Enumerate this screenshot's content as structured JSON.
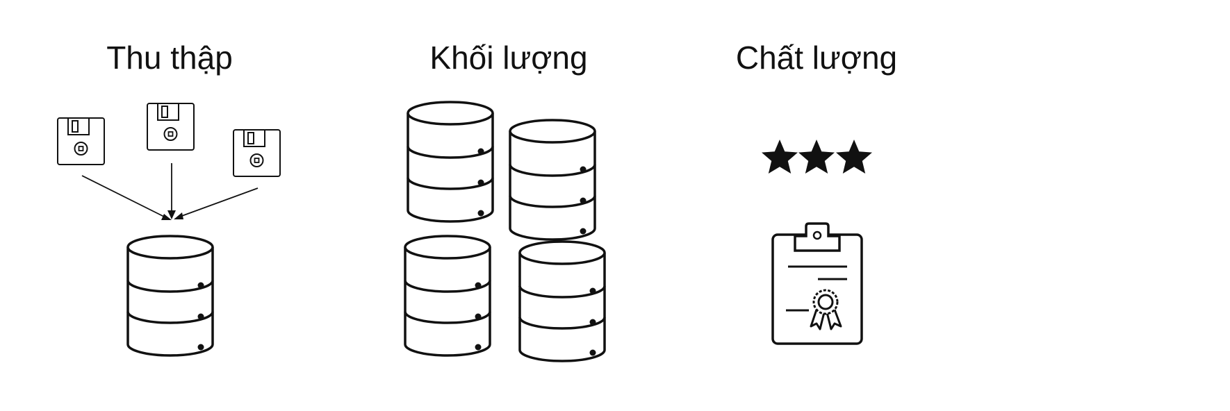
{
  "headings": {
    "collect": "Thu thập",
    "volume": "Khối lượng",
    "quality": "Chất lượng"
  },
  "icons": {
    "floppy": "floppy-disk-icon",
    "database": "database-icon",
    "star": "star-icon",
    "certificate": "certificate-clipboard-icon"
  },
  "quality_stars": 3,
  "colors": {
    "stroke": "#111111",
    "background": "#ffffff"
  }
}
